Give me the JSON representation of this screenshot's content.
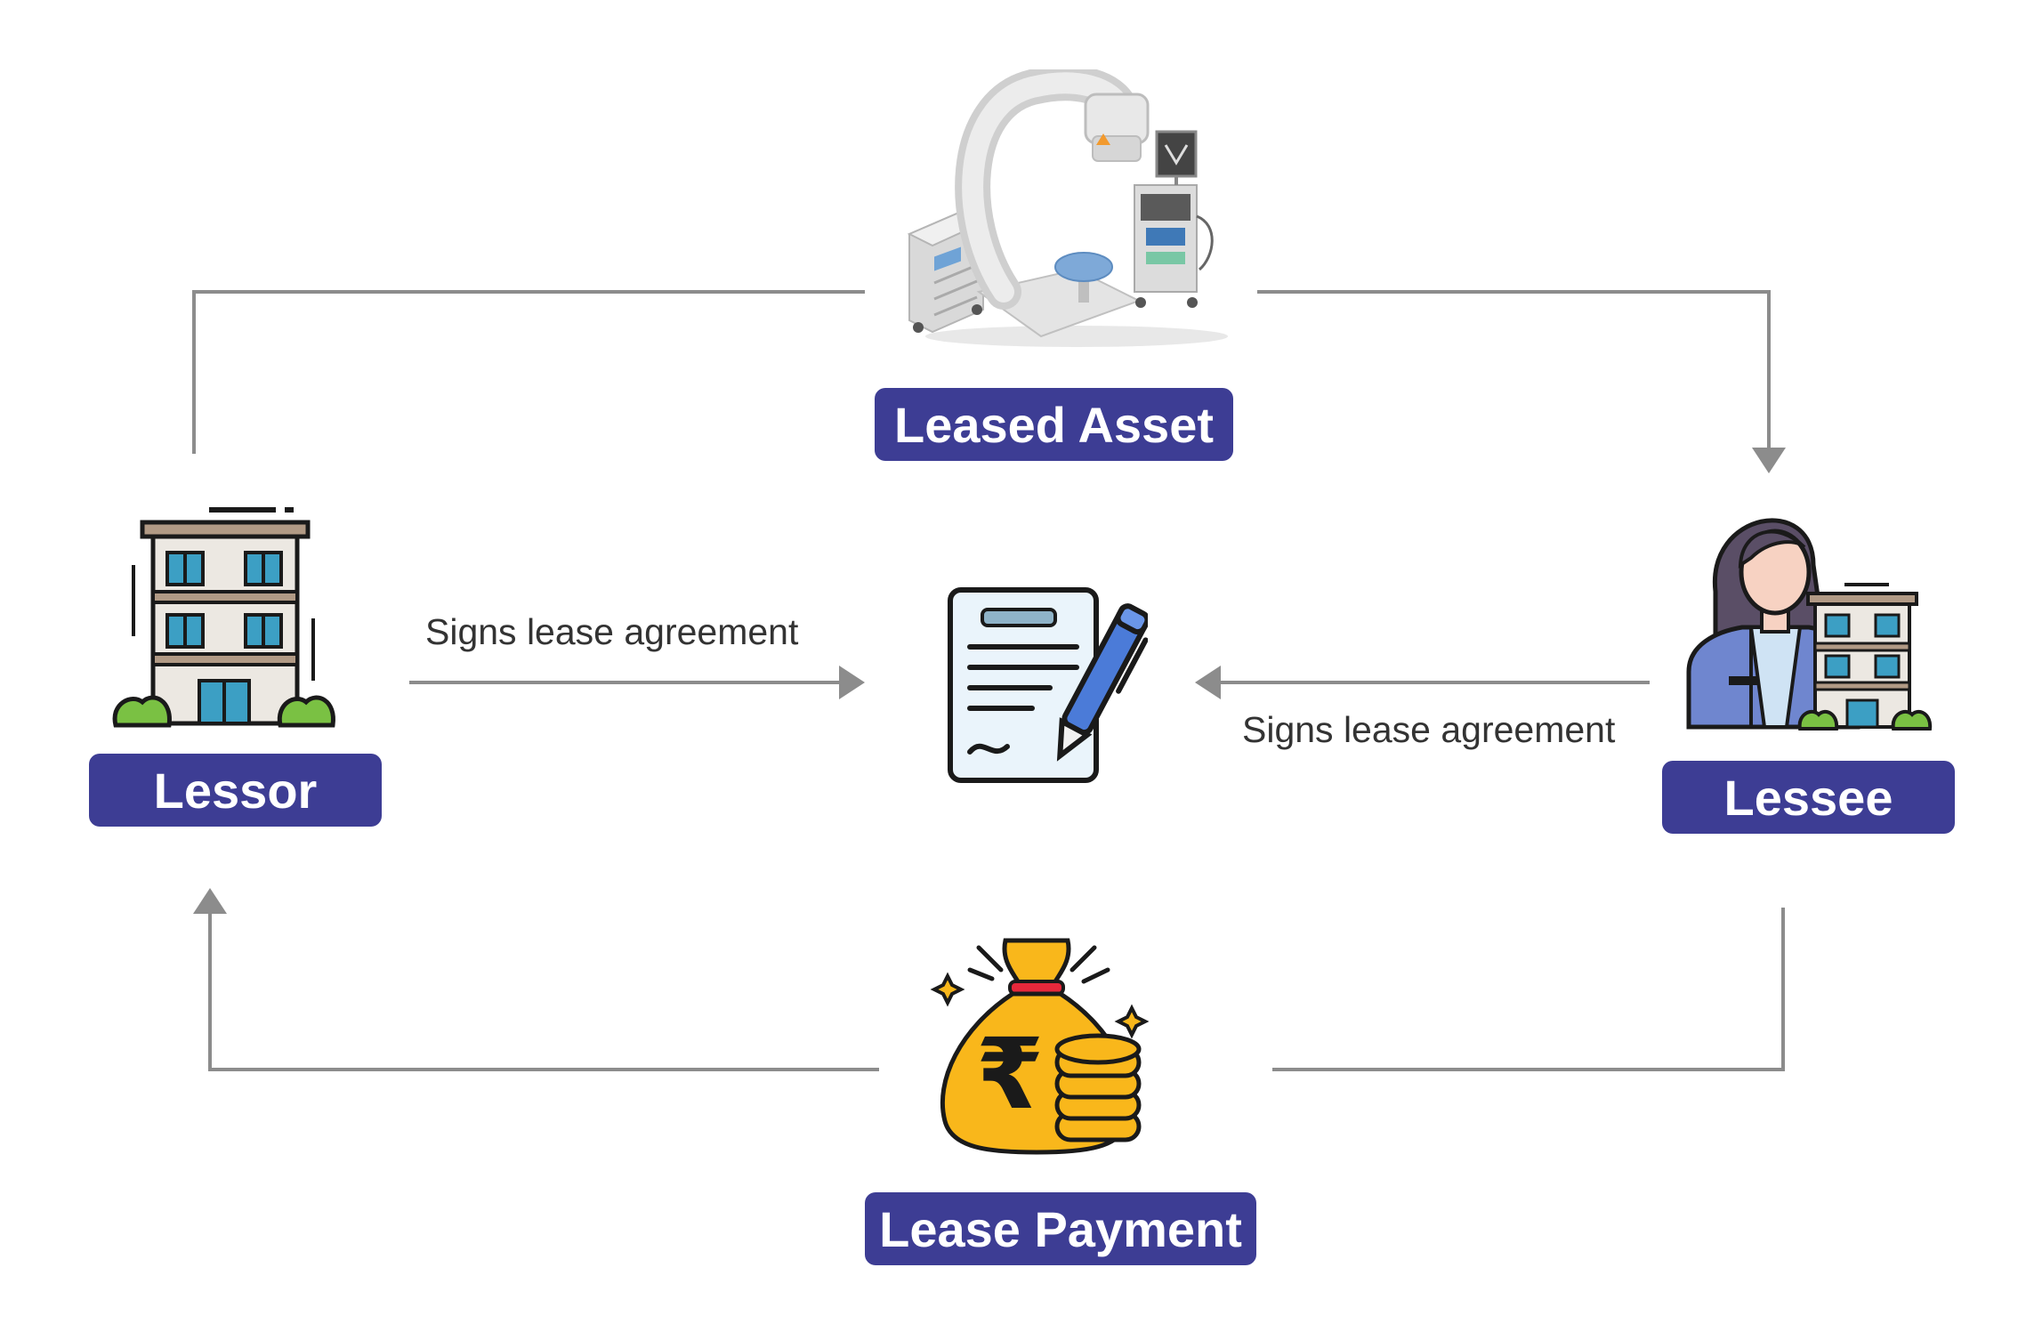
{
  "nodes": {
    "leased_asset": {
      "label": "Leased Asset",
      "icon": "c-arm-xray-machine-icon"
    },
    "lessor": {
      "label": "Lessor",
      "icon": "office-building-icon"
    },
    "lessee": {
      "label": "Lessee",
      "icon": "businesswoman-with-building-icon"
    },
    "lease_payment": {
      "label": "Lease Payment",
      "icon": "rupee-money-bag-icon"
    },
    "agreement": {
      "icon": "lease-agreement-document-icon"
    }
  },
  "edges": {
    "lessor_to_agreement": "Signs lease agreement",
    "lessee_to_agreement": "Signs lease agreement"
  },
  "colors": {
    "label_bg": "#3d3d94",
    "label_text": "#ffffff",
    "arrow": "#8c8c8c",
    "text": "#333333"
  }
}
